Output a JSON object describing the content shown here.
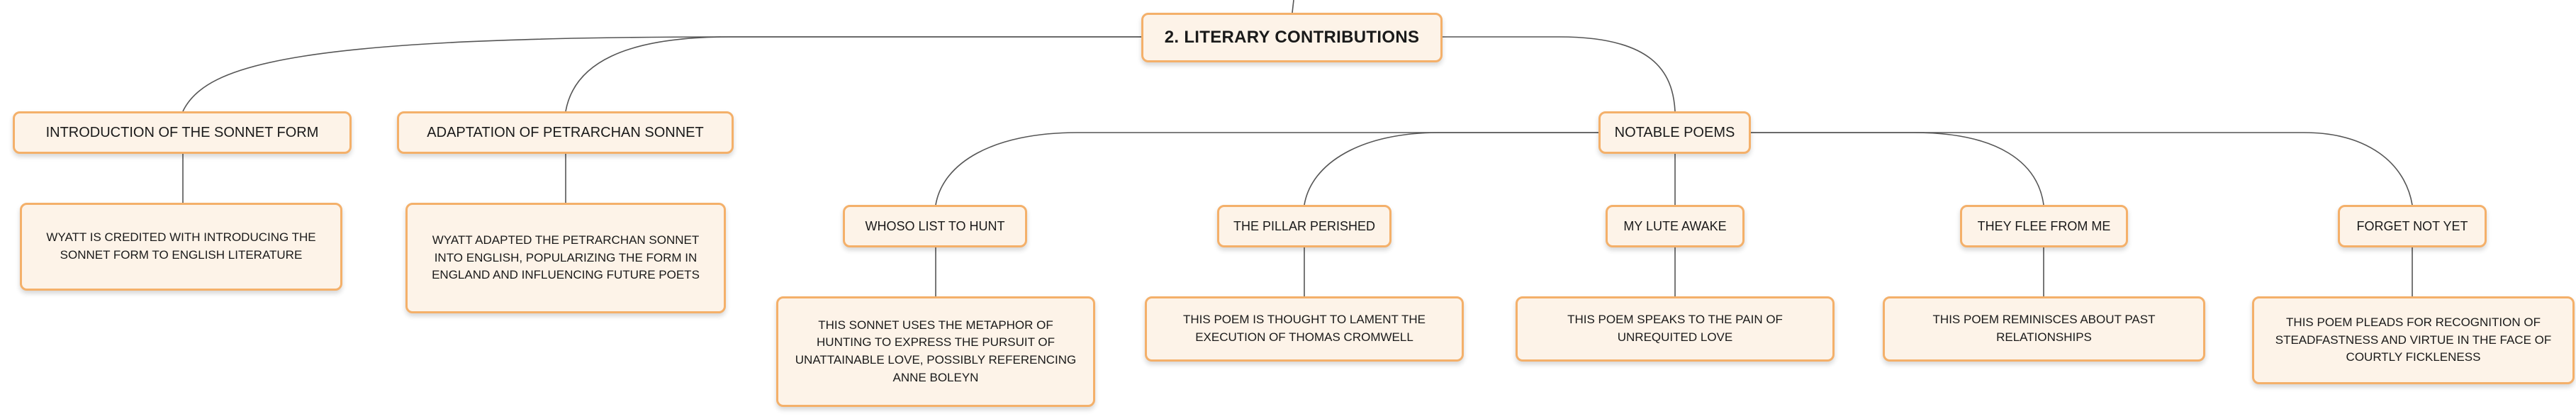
{
  "root": {
    "label": "2. LITERARY CONTRIBUTIONS"
  },
  "branches": [
    {
      "label": "INTRODUCTION OF THE SONNET FORM",
      "detail": "WYATT IS CREDITED WITH INTRODUCING THE SONNET FORM TO ENGLISH LITERATURE"
    },
    {
      "label": "ADAPTATION OF PETRARCHAN SONNET",
      "detail": "WYATT ADAPTED THE PETRARCHAN SONNET INTO ENGLISH, POPULARIZING THE FORM IN ENGLAND AND INFLUENCING FUTURE POETS"
    },
    {
      "label": "NOTABLE POEMS",
      "poems": [
        {
          "title": "WHOSO LIST TO HUNT",
          "detail": "THIS SONNET USES THE METAPHOR OF HUNTING TO EXPRESS THE PURSUIT OF UNATTAINABLE LOVE, POSSIBLY REFERENCING ANNE BOLEYN"
        },
        {
          "title": "THE PILLAR PERISHED",
          "detail": "THIS POEM IS THOUGHT TO LAMENT THE EXECUTION OF THOMAS CROMWELL"
        },
        {
          "title": "MY LUTE AWAKE",
          "detail": "THIS POEM SPEAKS TO THE PAIN OF UNREQUITED LOVE"
        },
        {
          "title": "THEY FLEE FROM ME",
          "detail": "THIS POEM REMINISCES ABOUT PAST RELATIONSHIPS"
        },
        {
          "title": "FORGET NOT YET",
          "detail": "THIS POEM PLEADS FOR RECOGNITION OF STEADFASTNESS AND VIRTUE IN THE FACE OF COURTLY FICKLENESS"
        }
      ]
    }
  ],
  "colors": {
    "node_fill": "#fdf3e8",
    "node_border": "#f4b06a",
    "connector": "#555555"
  }
}
